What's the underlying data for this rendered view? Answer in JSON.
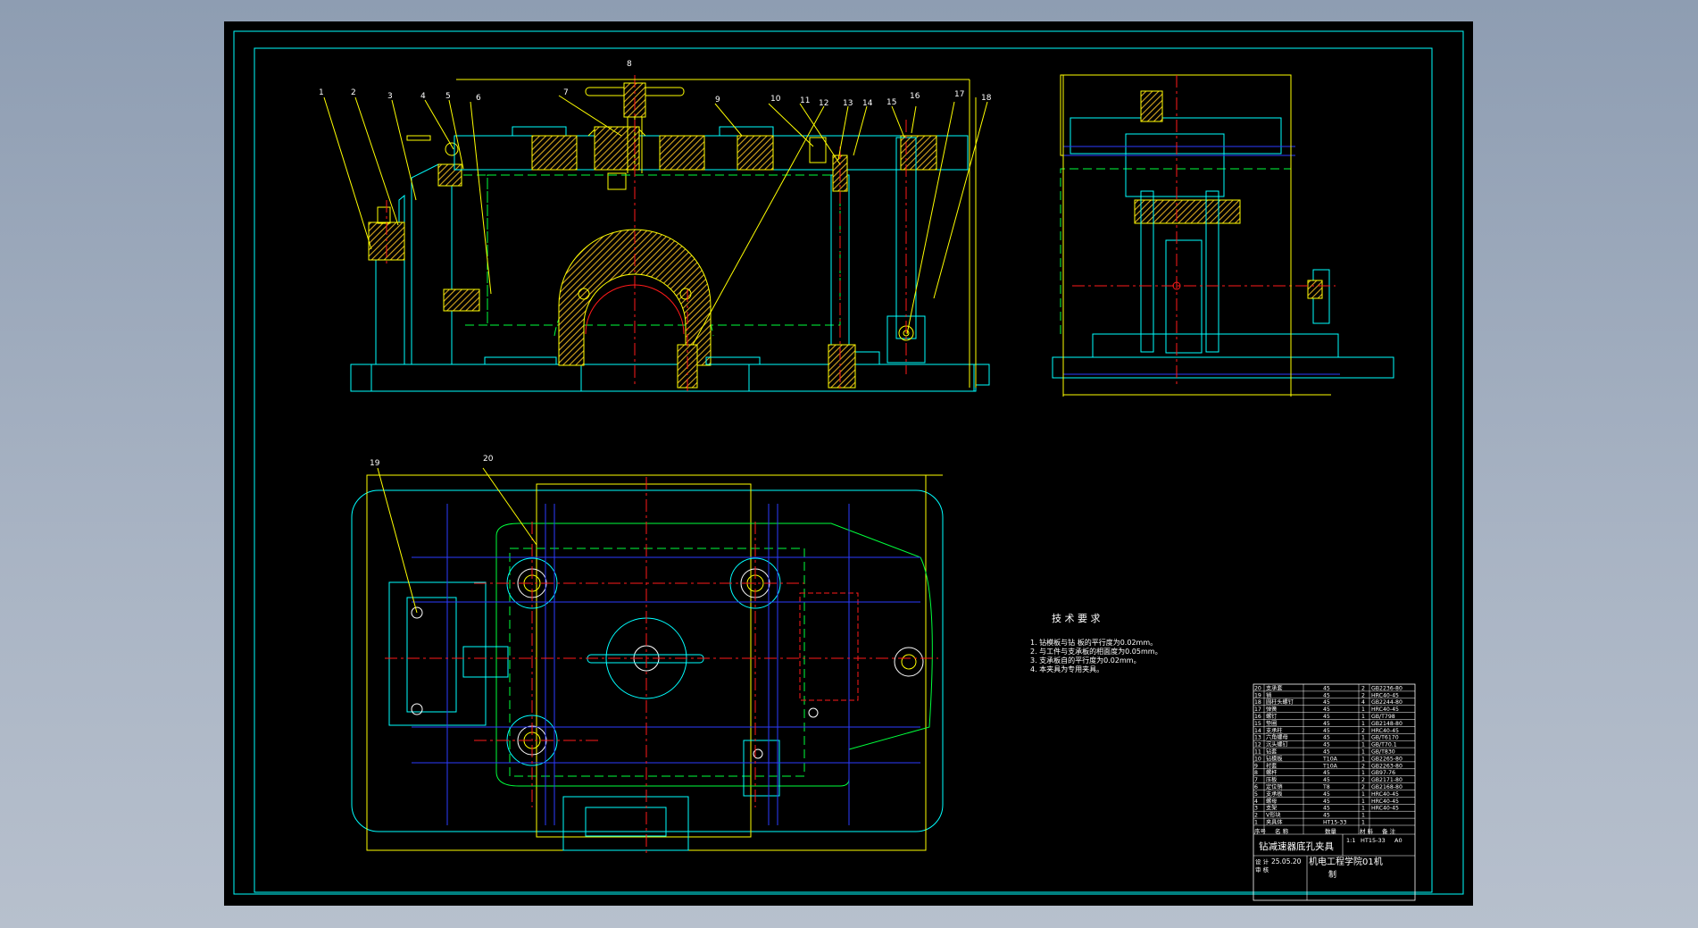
{
  "drawing": {
    "balloons": [
      "1",
      "2",
      "3",
      "4",
      "5",
      "6",
      "7",
      "8",
      "9",
      "10",
      "11",
      "12",
      "13",
      "14",
      "15",
      "16",
      "17",
      "18",
      "19",
      "20"
    ],
    "tech_title": "技 术 要 求",
    "tech_notes": [
      "1. 钻模板与钻 板的平行度为0.02mm。",
      "2. 与工件与支承板的相面度为0.05mm。",
      "3. 支承板自的平行度为0.02mm。",
      "4. 本夹具为专用夹具。"
    ]
  },
  "bom": {
    "rows": [
      {
        "no": "20",
        "name": "支承套",
        "qty": "2",
        "mat": "45",
        "std": "GB2236-80"
      },
      {
        "no": "19",
        "name": "销",
        "qty": "2",
        "mat": "45",
        "std": "HRC40-45"
      },
      {
        "no": "18",
        "name": "圆柱头螺钉",
        "qty": "4",
        "mat": "45",
        "std": "GB2244-80"
      },
      {
        "no": "17",
        "name": "弹簧",
        "qty": "1",
        "mat": "45",
        "std": "HRC40-45"
      },
      {
        "no": "16",
        "name": "螺钉",
        "qty": "1",
        "mat": "45",
        "std": "GB/T798"
      },
      {
        "no": "15",
        "name": "垫圈",
        "qty": "1",
        "mat": "45",
        "std": "GB2148-80"
      },
      {
        "no": "14",
        "name": "支承柱",
        "qty": "2",
        "mat": "45",
        "std": "HRC40-45"
      },
      {
        "no": "13",
        "name": "六角螺母",
        "qty": "1",
        "mat": "45",
        "std": "GB/T6170"
      },
      {
        "no": "12",
        "name": "沉头螺钉",
        "qty": "1",
        "mat": "45",
        "std": "GB/T70.1"
      },
      {
        "no": "11",
        "name": "钻套",
        "qty": "1",
        "mat": "45",
        "std": "GB/T830"
      },
      {
        "no": "10",
        "name": "钻模板",
        "qty": "1",
        "mat": "T10A",
        "std": "GB2265-80"
      },
      {
        "no": "9",
        "name": "衬套",
        "qty": "2",
        "mat": "T10A",
        "std": "GB2263-80"
      },
      {
        "no": "8",
        "name": "螺杆",
        "qty": "1",
        "mat": "45",
        "std": "GB97-76"
      },
      {
        "no": "7",
        "name": "压板",
        "qty": "2",
        "mat": "45",
        "std": "GB2171-80"
      },
      {
        "no": "6",
        "name": "定位销",
        "qty": "2",
        "mat": "T8",
        "std": "GB2168-80"
      },
      {
        "no": "5",
        "name": "支承板",
        "qty": "1",
        "mat": "45",
        "std": "HRC40-45"
      },
      {
        "no": "4",
        "name": "螺母",
        "qty": "1",
        "mat": "45",
        "std": "HRC40-45"
      },
      {
        "no": "3",
        "name": "支架",
        "qty": "1",
        "mat": "45",
        "std": "HRC40-45"
      },
      {
        "no": "2",
        "name": "V形块",
        "qty": "1",
        "mat": "45",
        "std": ""
      },
      {
        "no": "1",
        "name": "夹具体",
        "qty": "1",
        "mat": "HT15-33",
        "std": ""
      }
    ],
    "header": [
      "序号",
      "名 称",
      "数量",
      "材 料",
      "备 注"
    ],
    "title": "钻减速器底孔夹具",
    "scale_label": "1:1",
    "material": "HT15-33",
    "sheet_size": "A0",
    "date": "25.05.20",
    "school": "机电工程学院01机",
    "cls": "制",
    "designer": "设 计",
    "checker": "审 核"
  },
  "colors": {
    "sheet": "#000000",
    "yellow": "#ffff00",
    "cyan": "#00ffff",
    "green": "#00ff3c",
    "blue": "#2b3bff",
    "red": "#ff1a1a",
    "white": "#ffffff",
    "hatch": "#d8a820"
  }
}
